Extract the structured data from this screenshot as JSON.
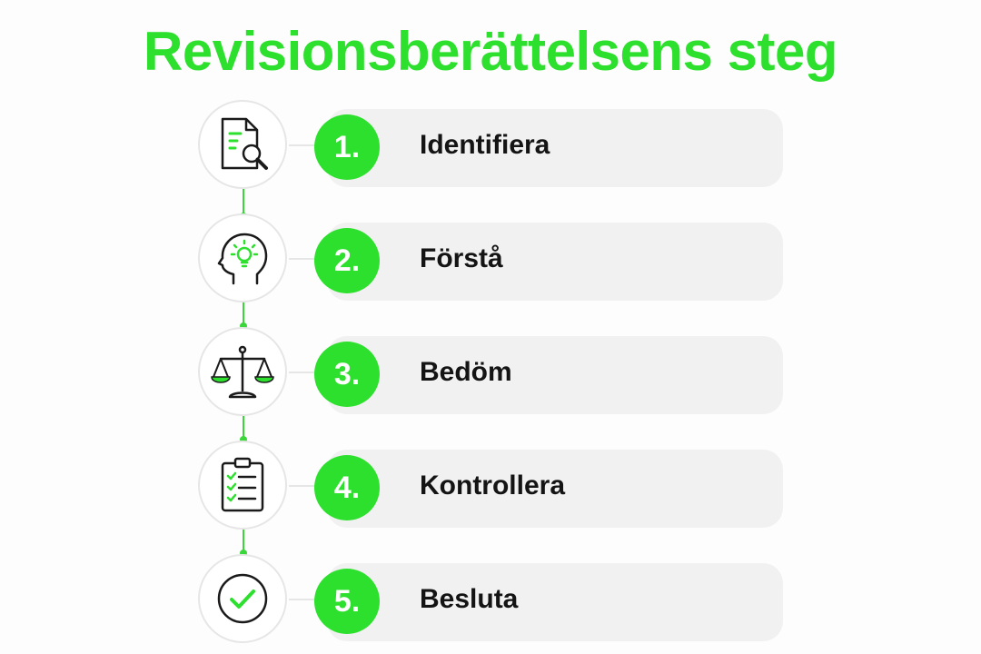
{
  "title": "Revisionsberättelsens steg",
  "colors": {
    "accent": "#2ee02e",
    "pill_background": "#f1f1f1",
    "text": "#141414",
    "icon_stroke": "#1a1a1a"
  },
  "steps": [
    {
      "number": "1.",
      "label": "Identifiera",
      "icon": "document-search-icon"
    },
    {
      "number": "2.",
      "label": "Förstå",
      "icon": "head-lightbulb-icon"
    },
    {
      "number": "3.",
      "label": "Bedöm",
      "icon": "scales-icon"
    },
    {
      "number": "4.",
      "label": "Kontrollera",
      "icon": "clipboard-checklist-icon"
    },
    {
      "number": "5.",
      "label": "Besluta",
      "icon": "checkmark-circle-icon"
    }
  ]
}
